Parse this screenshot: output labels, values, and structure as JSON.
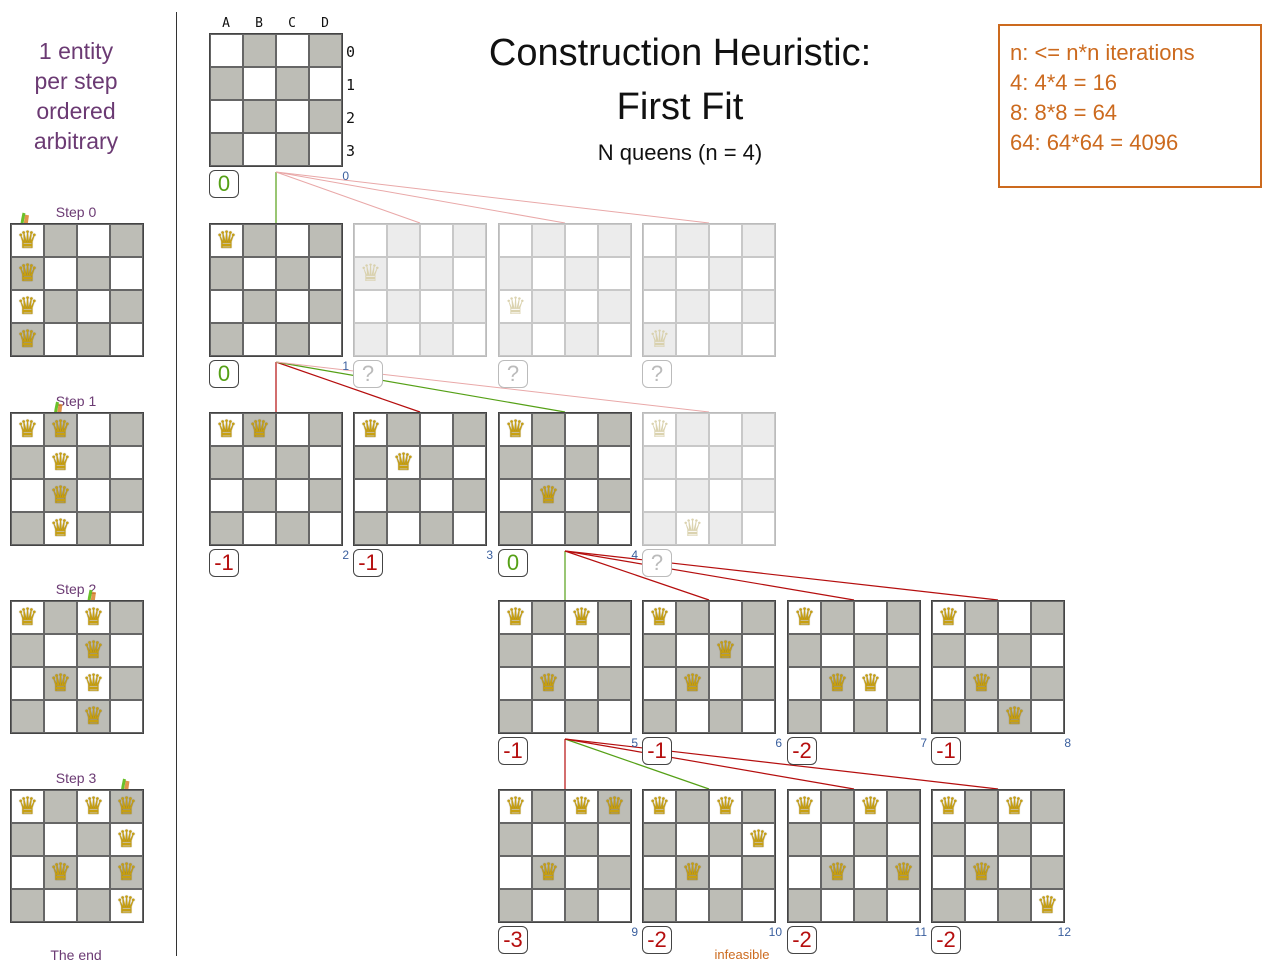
{
  "sidebar": {
    "heading_lines": [
      "1 entity",
      "per step",
      "ordered",
      "arbitrary"
    ],
    "step_labels": [
      "Step 0",
      "Step 1",
      "Step 2",
      "Step 3"
    ],
    "end_label": "The end"
  },
  "title_lines": [
    "Construction Heuristic:",
    "First Fit"
  ],
  "subtitle": "N queens (n = 4)",
  "infobox_lines": [
    "n: <= n*n iterations",
    "4: 4*4 = 16",
    "8: 8*8 = 64",
    "64: 64*64 = 4096"
  ],
  "column_labels": [
    "A",
    "B",
    "C",
    "D"
  ],
  "row_labels": [
    "0",
    "1",
    "2",
    "3"
  ],
  "infeasible_label": "infeasible",
  "colors": {
    "good": "#55a016",
    "bad": "#b50e0e",
    "accent": "#cc6a1e",
    "index": "#3a5f9e",
    "dark_square": "#bdbdb6"
  },
  "queen_glyph": "♛",
  "nodes": [
    {
      "index": "0",
      "score": "0",
      "status": "good",
      "queens": []
    },
    {
      "index": "1",
      "score": "0",
      "status": "good",
      "queens": [
        [
          0,
          0
        ]
      ]
    },
    {
      "index": "",
      "score": "?",
      "status": "faded",
      "queens": [
        [
          0,
          1
        ]
      ]
    },
    {
      "index": "",
      "score": "?",
      "status": "faded",
      "queens": [
        [
          0,
          2
        ]
      ]
    },
    {
      "index": "",
      "score": "?",
      "status": "faded",
      "queens": [
        [
          0,
          3
        ]
      ]
    },
    {
      "index": "2",
      "score": "-1",
      "status": "bad",
      "queens": [
        [
          0,
          0
        ],
        [
          1,
          0
        ]
      ]
    },
    {
      "index": "3",
      "score": "-1",
      "status": "bad",
      "queens": [
        [
          0,
          0
        ],
        [
          1,
          1
        ]
      ]
    },
    {
      "index": "4",
      "score": "0",
      "status": "good",
      "queens": [
        [
          0,
          0
        ],
        [
          1,
          2
        ]
      ]
    },
    {
      "index": "",
      "score": "?",
      "status": "faded",
      "queens": [
        [
          0,
          0
        ],
        [
          1,
          3
        ]
      ]
    },
    {
      "index": "5",
      "score": "-1",
      "status": "bad",
      "queens": [
        [
          0,
          0
        ],
        [
          1,
          2
        ],
        [
          2,
          0
        ]
      ]
    },
    {
      "index": "6",
      "score": "-1",
      "status": "bad",
      "queens": [
        [
          0,
          0
        ],
        [
          1,
          2
        ],
        [
          2,
          1
        ]
      ]
    },
    {
      "index": "7",
      "score": "-2",
      "status": "bad",
      "queens": [
        [
          0,
          0
        ],
        [
          1,
          2
        ],
        [
          2,
          2
        ]
      ]
    },
    {
      "index": "8",
      "score": "-1",
      "status": "bad",
      "queens": [
        [
          0,
          0
        ],
        [
          1,
          2
        ],
        [
          2,
          3
        ]
      ]
    },
    {
      "index": "9",
      "score": "-3",
      "status": "bad",
      "queens": [
        [
          0,
          0
        ],
        [
          1,
          2
        ],
        [
          2,
          0
        ],
        [
          3,
          0
        ]
      ]
    },
    {
      "index": "10",
      "score": "-2",
      "status": "bad",
      "queens": [
        [
          0,
          0
        ],
        [
          1,
          2
        ],
        [
          2,
          0
        ],
        [
          3,
          1
        ]
      ]
    },
    {
      "index": "11",
      "score": "-2",
      "status": "bad",
      "queens": [
        [
          0,
          0
        ],
        [
          1,
          2
        ],
        [
          2,
          0
        ],
        [
          3,
          2
        ]
      ]
    },
    {
      "index": "12",
      "score": "-2",
      "status": "bad",
      "queens": [
        [
          0,
          0
        ],
        [
          1,
          2
        ],
        [
          2,
          0
        ],
        [
          3,
          3
        ]
      ]
    }
  ],
  "side_boards": [
    {
      "queens": [
        [
          0,
          0
        ],
        [
          0,
          1
        ],
        [
          0,
          2
        ],
        [
          0,
          3
        ]
      ],
      "arrow_col": 0
    },
    {
      "queens": [
        [
          0,
          0
        ],
        [
          1,
          0
        ],
        [
          1,
          1
        ],
        [
          1,
          2
        ],
        [
          1,
          3
        ]
      ],
      "arrow_col": 1
    },
    {
      "queens": [
        [
          0,
          0
        ],
        [
          1,
          2
        ],
        [
          2,
          0
        ],
        [
          2,
          1
        ],
        [
          2,
          2
        ],
        [
          2,
          3
        ]
      ],
      "arrow_col": 2
    },
    {
      "queens": [
        [
          0,
          0
        ],
        [
          1,
          2
        ],
        [
          2,
          0
        ],
        [
          3,
          0
        ],
        [
          3,
          1
        ],
        [
          3,
          2
        ],
        [
          3,
          3
        ]
      ],
      "arrow_col": 3
    }
  ]
}
